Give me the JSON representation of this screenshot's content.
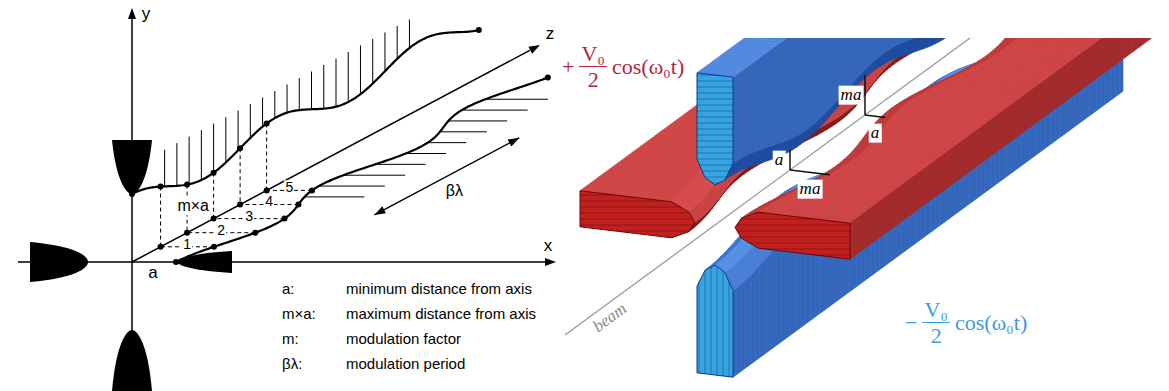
{
  "diagram": {
    "labels": [
      "y",
      "z",
      "x",
      "a",
      "m×a",
      "1",
      "2",
      "3",
      "4",
      "5",
      "βλ",
      "a:",
      "minimum distance from axis",
      "m×a:",
      "maximum distance from axis",
      "m:",
      "modulation factor",
      "βλ:",
      "modulation period",
      "+",
      "V₀",
      "2",
      "cos(ω₀t)",
      "ma",
      "a",
      "a",
      "ma",
      "beam",
      "−",
      "V₀",
      "2",
      "cos(ω₀t)"
    ]
  }
}
